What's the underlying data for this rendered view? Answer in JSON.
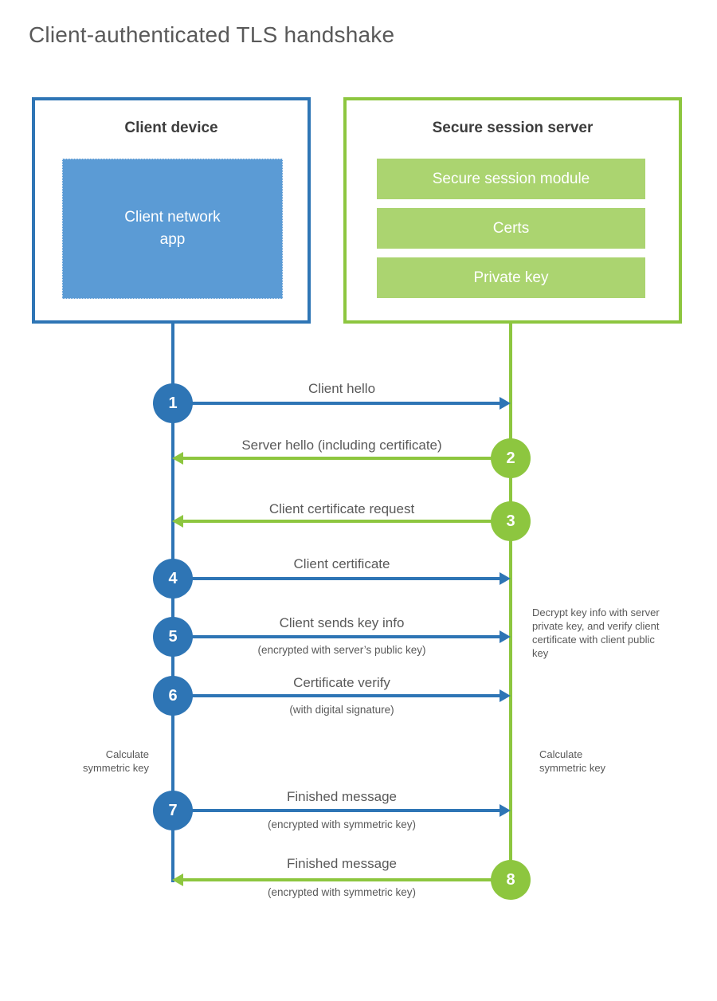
{
  "title": "Client-authenticated TLS handshake",
  "colors": {
    "blue": "#2e75b5",
    "blue_fill": "#5b9bd5",
    "green": "#8dc63f",
    "green_fill": "#abd470",
    "text": "#595959",
    "heading": "#3d3d3d"
  },
  "client": {
    "title": "Client device",
    "app_label": "Client network\napp"
  },
  "server": {
    "title": "Secure session server",
    "modules": [
      "Secure session module",
      "Certs",
      "Private key"
    ]
  },
  "messages": [
    {
      "step": "1",
      "label": "Client hello",
      "direction": "right",
      "actor": "client"
    },
    {
      "step": "2",
      "label": "Server hello (including certificate)",
      "direction": "left",
      "actor": "server"
    },
    {
      "step": "3",
      "label": "Client certificate request",
      "direction": "left",
      "actor": "server"
    },
    {
      "step": "4",
      "label": "Client certificate",
      "direction": "right",
      "actor": "client"
    },
    {
      "step": "5",
      "label": "Client sends key info",
      "sublabel": "(encrypted with server’s public key)",
      "direction": "right",
      "actor": "client"
    },
    {
      "step": "6",
      "label": "Certificate verify",
      "sublabel": "(with digital signature)",
      "direction": "right",
      "actor": "client"
    },
    {
      "step": "7",
      "label": "Finished message",
      "sublabel": "(encrypted with symmetric key)",
      "direction": "right",
      "actor": "client"
    },
    {
      "step": "8",
      "label": "Finished message",
      "sublabel": "(encrypted with symmetric key)",
      "direction": "left",
      "actor": "server"
    }
  ],
  "annotations": {
    "decrypt_note": "Decrypt key info with server private key, and verify client certificate with client public key",
    "calc_left": "Calculate symmetric key",
    "calc_right": "Calculate symmetric key"
  }
}
